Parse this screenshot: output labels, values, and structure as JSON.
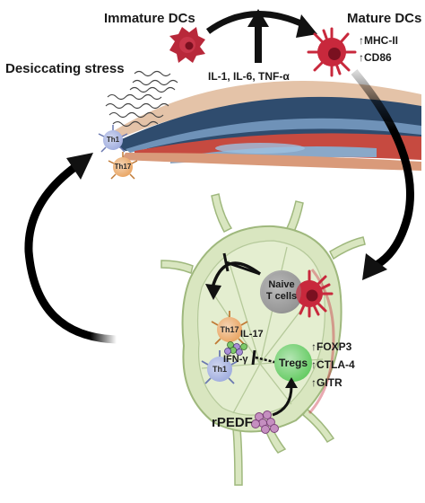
{
  "labels": {
    "immature_dcs": "Immature DCs",
    "mature_dcs": "Mature DCs",
    "mhc_ii": "↑MHC-II",
    "cd86": "↑CD86",
    "desiccating_stress": "Desiccating stress",
    "cytokines": "IL-1, IL-6, TNF-α",
    "th1_top": "Th1",
    "th17_top": "Th17",
    "naive_t_cells_line1": "Naive",
    "naive_t_cells_line2": "T cells",
    "th17_node": "Th17",
    "il17": "IL-17",
    "ifn_gamma": "IFN-γ",
    "th1_node": "Th1",
    "tregs": "Tregs",
    "foxp3": "↑FOXP3",
    "ctla4": "↑CTLA-4",
    "gitr": "↑GITR",
    "rpedf": "rPEDF"
  },
  "colors": {
    "immature_dc": "#b8283a",
    "mature_dc": "#c8283c",
    "lymph_node": "#d9e6c0",
    "lymph_outline": "#9fb87d",
    "th1": "#9aa8dd",
    "th17": "#e8a05a",
    "treg": "#7dd17a",
    "naive": "#a0a0a0",
    "pedf": "#c58fc0"
  }
}
